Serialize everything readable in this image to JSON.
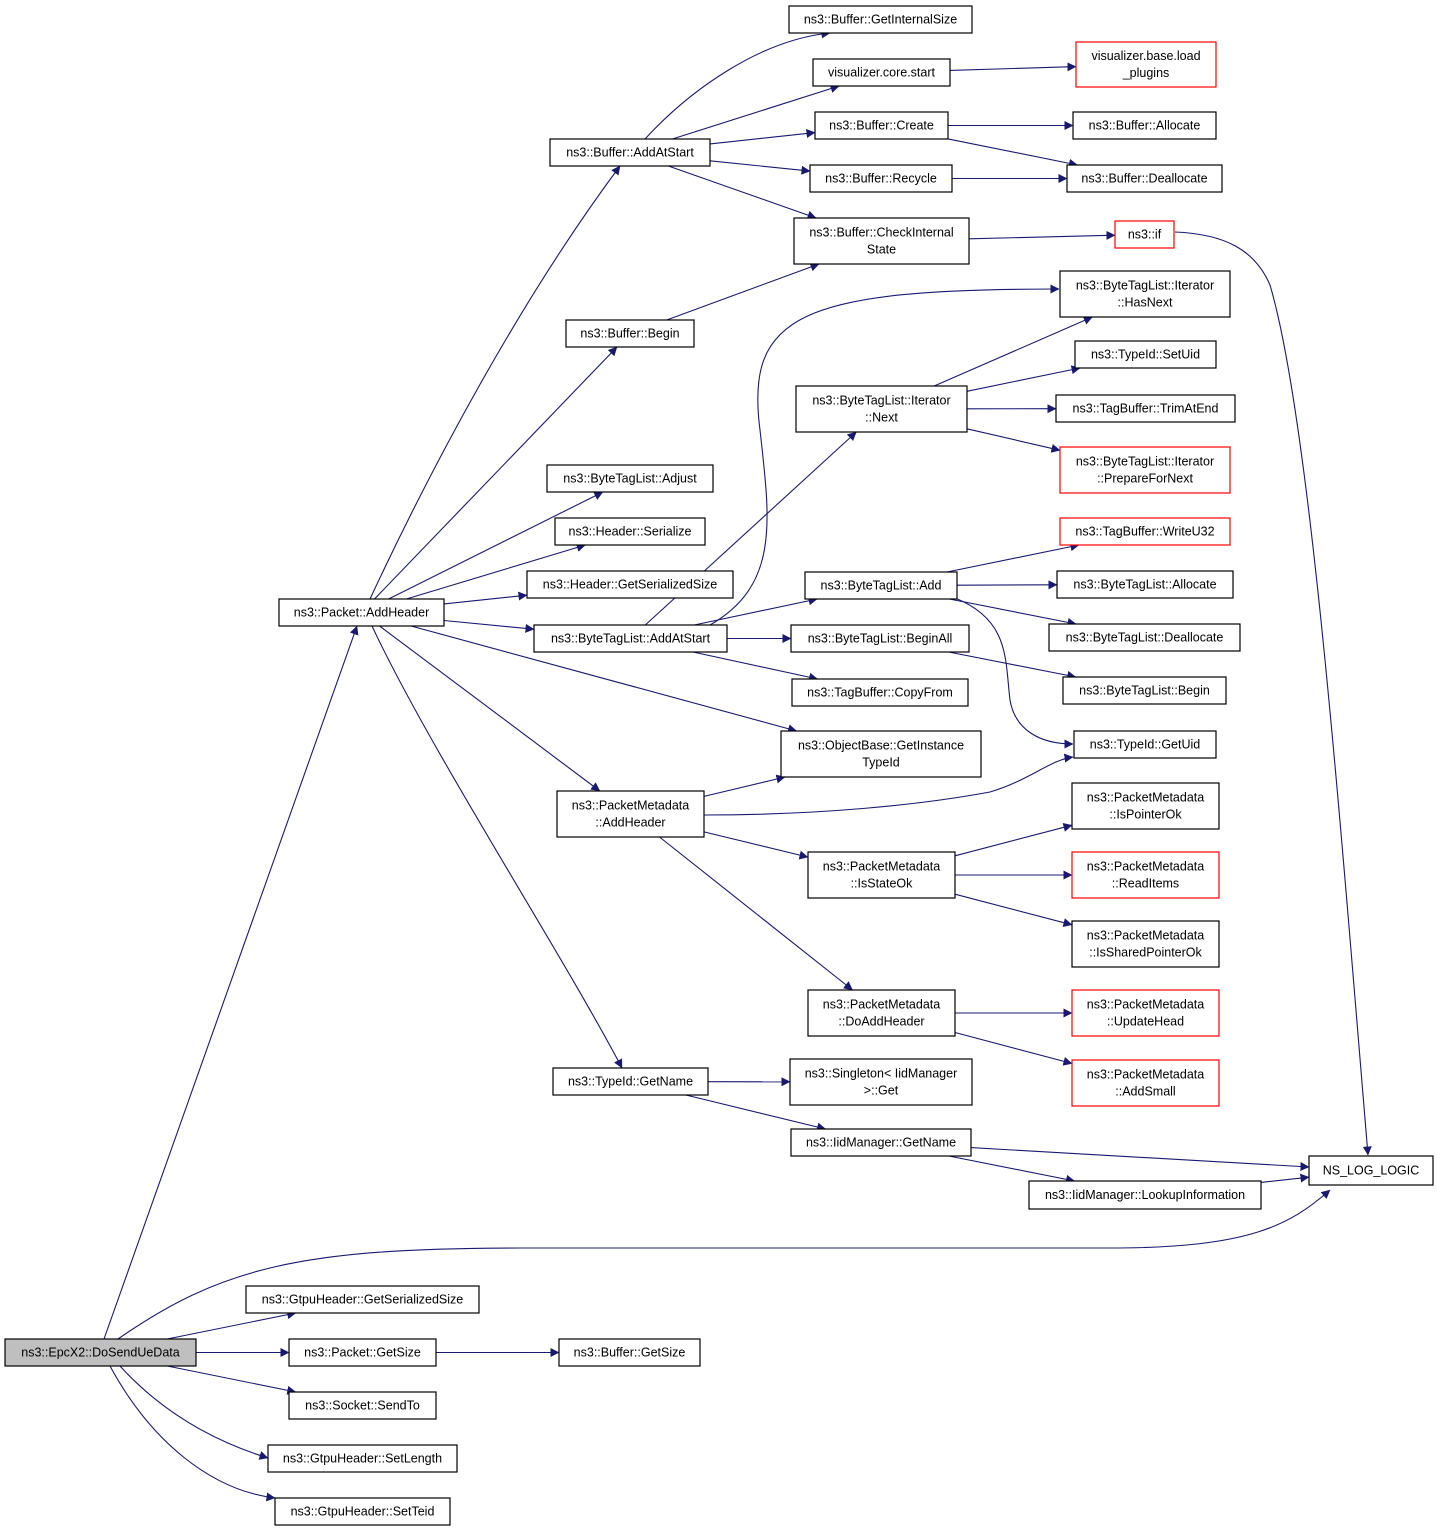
{
  "diagram": {
    "type": "call-graph",
    "root": "n_root",
    "colors": {
      "edge": "#191970",
      "node_border": "#000000",
      "truncated_border": "#ff0000",
      "root_fill": "#bfbfbf",
      "node_fill": "#ffffff"
    },
    "nodes": [
      {
        "id": "n_root",
        "lines": [
          "ns3::EpcX2::DoSendUeData"
        ],
        "root": true
      },
      {
        "id": "n_getinternalsize",
        "lines": [
          "ns3::Buffer::GetInternalSize"
        ]
      },
      {
        "id": "n_vizstart",
        "lines": [
          "visualizer.core.start"
        ]
      },
      {
        "id": "n_vizload",
        "lines": [
          "visualizer.base.load",
          "_plugins"
        ],
        "truncated": true
      },
      {
        "id": "n_bufcreate",
        "lines": [
          "ns3::Buffer::Create"
        ]
      },
      {
        "id": "n_bufallocate",
        "lines": [
          "ns3::Buffer::Allocate"
        ]
      },
      {
        "id": "n_bufaddatstart",
        "lines": [
          "ns3::Buffer::AddAtStart"
        ]
      },
      {
        "id": "n_bufrecycle",
        "lines": [
          "ns3::Buffer::Recycle"
        ]
      },
      {
        "id": "n_bufdealloc",
        "lines": [
          "ns3::Buffer::Deallocate"
        ]
      },
      {
        "id": "n_checkstate",
        "lines": [
          "ns3::Buffer::CheckInternal",
          "State"
        ]
      },
      {
        "id": "n_if",
        "lines": [
          "ns3::if"
        ],
        "truncated": true
      },
      {
        "id": "n_itnext_has",
        "lines": [
          "ns3::ByteTagList::Iterator",
          "::HasNext"
        ]
      },
      {
        "id": "n_bufbegin",
        "lines": [
          "ns3::Buffer::Begin"
        ]
      },
      {
        "id": "n_setuid",
        "lines": [
          "ns3::TypeId::SetUid"
        ]
      },
      {
        "id": "n_itnext",
        "lines": [
          "ns3::ByteTagList::Iterator",
          "::Next"
        ]
      },
      {
        "id": "n_trimatend",
        "lines": [
          "ns3::TagBuffer::TrimAtEnd"
        ]
      },
      {
        "id": "n_prepnext",
        "lines": [
          "ns3::ByteTagList::Iterator",
          "::PrepareForNext"
        ],
        "truncated": true
      },
      {
        "id": "n_btladjust",
        "lines": [
          "ns3::ByteTagList::Adjust"
        ]
      },
      {
        "id": "n_hdrserialize",
        "lines": [
          "ns3::Header::Serialize"
        ]
      },
      {
        "id": "n_writeu32",
        "lines": [
          "ns3::TagBuffer::WriteU32"
        ],
        "truncated": true
      },
      {
        "id": "n_hdrgetsersize",
        "lines": [
          "ns3::Header::GetSerializedSize"
        ]
      },
      {
        "id": "n_btladd",
        "lines": [
          "ns3::ByteTagList::Add"
        ]
      },
      {
        "id": "n_btlallocate",
        "lines": [
          "ns3::ByteTagList::Allocate"
        ]
      },
      {
        "id": "n_pktaddheader",
        "lines": [
          "ns3::Packet::AddHeader"
        ]
      },
      {
        "id": "n_btldealloc",
        "lines": [
          "ns3::ByteTagList::Deallocate"
        ]
      },
      {
        "id": "n_btladdatstart",
        "lines": [
          "ns3::ByteTagList::AddAtStart"
        ]
      },
      {
        "id": "n_btlbeginall",
        "lines": [
          "ns3::ByteTagList::BeginAll"
        ]
      },
      {
        "id": "n_btlbegin",
        "lines": [
          "ns3::ByteTagList::Begin"
        ]
      },
      {
        "id": "n_copyfrom",
        "lines": [
          "ns3::TagBuffer::CopyFrom"
        ]
      },
      {
        "id": "n_getinsttypeid",
        "lines": [
          "ns3::ObjectBase::GetInstance",
          "TypeId"
        ]
      },
      {
        "id": "n_getuid",
        "lines": [
          "ns3::TypeId::GetUid"
        ]
      },
      {
        "id": "n_pmaddheader",
        "lines": [
          "ns3::PacketMetadata",
          "::AddHeader"
        ]
      },
      {
        "id": "n_ispointerok",
        "lines": [
          "ns3::PacketMetadata",
          "::IsPointerOk"
        ]
      },
      {
        "id": "n_isstateok",
        "lines": [
          "ns3::PacketMetadata",
          "::IsStateOk"
        ]
      },
      {
        "id": "n_readitems",
        "lines": [
          "ns3::PacketMetadata",
          "::ReadItems"
        ],
        "truncated": true
      },
      {
        "id": "n_issharedok",
        "lines": [
          "ns3::PacketMetadata",
          "::IsSharedPointerOk"
        ]
      },
      {
        "id": "n_doaddheader",
        "lines": [
          "ns3::PacketMetadata",
          "::DoAddHeader"
        ]
      },
      {
        "id": "n_updatehead",
        "lines": [
          "ns3::PacketMetadata",
          "::UpdateHead"
        ],
        "truncated": true
      },
      {
        "id": "n_addsmall",
        "lines": [
          "ns3::PacketMetadata",
          "::AddSmall"
        ],
        "truncated": true
      },
      {
        "id": "n_tidgetname",
        "lines": [
          "ns3::TypeId::GetName"
        ]
      },
      {
        "id": "n_singleton",
        "lines": [
          "ns3::Singleton< IidManager",
          ">::Get"
        ]
      },
      {
        "id": "n_iidgetname",
        "lines": [
          "ns3::IidManager::GetName"
        ]
      },
      {
        "id": "n_nslog",
        "lines": [
          "NS_LOG_LOGIC"
        ]
      },
      {
        "id": "n_lookup",
        "lines": [
          "ns3::IidManager::LookupInformation"
        ]
      },
      {
        "id": "n_gtpugetsersize",
        "lines": [
          "ns3::GtpuHeader::GetSerializedSize"
        ]
      },
      {
        "id": "n_pktgetsize",
        "lines": [
          "ns3::Packet::GetSize"
        ]
      },
      {
        "id": "n_bufgetsize",
        "lines": [
          "ns3::Buffer::GetSize"
        ]
      },
      {
        "id": "n_sendto",
        "lines": [
          "ns3::Socket::SendTo"
        ]
      },
      {
        "id": "n_setlength",
        "lines": [
          "ns3::GtpuHeader::SetLength"
        ]
      },
      {
        "id": "n_setteid",
        "lines": [
          "ns3::GtpuHeader::SetTeid"
        ]
      }
    ],
    "edges": [
      {
        "from": "n_root",
        "to": "n_pktaddheader"
      },
      {
        "from": "n_root",
        "to": "n_nslog"
      },
      {
        "from": "n_root",
        "to": "n_gtpugetsersize"
      },
      {
        "from": "n_root",
        "to": "n_pktgetsize"
      },
      {
        "from": "n_root",
        "to": "n_sendto"
      },
      {
        "from": "n_root",
        "to": "n_setlength"
      },
      {
        "from": "n_root",
        "to": "n_setteid"
      },
      {
        "from": "n_pktgetsize",
        "to": "n_bufgetsize"
      },
      {
        "from": "n_pktaddheader",
        "to": "n_bufaddatstart"
      },
      {
        "from": "n_pktaddheader",
        "to": "n_bufbegin"
      },
      {
        "from": "n_pktaddheader",
        "to": "n_btladjust"
      },
      {
        "from": "n_pktaddheader",
        "to": "n_hdrserialize"
      },
      {
        "from": "n_pktaddheader",
        "to": "n_hdrgetsersize"
      },
      {
        "from": "n_pktaddheader",
        "to": "n_btladdatstart"
      },
      {
        "from": "n_pktaddheader",
        "to": "n_getinsttypeid"
      },
      {
        "from": "n_pktaddheader",
        "to": "n_pmaddheader"
      },
      {
        "from": "n_pktaddheader",
        "to": "n_tidgetname"
      },
      {
        "from": "n_bufaddatstart",
        "to": "n_getinternalsize"
      },
      {
        "from": "n_bufaddatstart",
        "to": "n_vizstart"
      },
      {
        "from": "n_bufaddatstart",
        "to": "n_bufcreate"
      },
      {
        "from": "n_bufaddatstart",
        "to": "n_bufrecycle"
      },
      {
        "from": "n_bufaddatstart",
        "to": "n_checkstate"
      },
      {
        "from": "n_vizstart",
        "to": "n_vizload"
      },
      {
        "from": "n_bufcreate",
        "to": "n_bufallocate"
      },
      {
        "from": "n_bufcreate",
        "to": "n_bufdealloc"
      },
      {
        "from": "n_bufrecycle",
        "to": "n_bufdealloc"
      },
      {
        "from": "n_checkstate",
        "to": "n_if"
      },
      {
        "from": "n_if",
        "to": "n_nslog"
      },
      {
        "from": "n_bufbegin",
        "to": "n_checkstate"
      },
      {
        "from": "n_btladdatstart",
        "to": "n_itnext_has"
      },
      {
        "from": "n_btladdatstart",
        "to": "n_itnext"
      },
      {
        "from": "n_btladdatstart",
        "to": "n_btladd"
      },
      {
        "from": "n_btladdatstart",
        "to": "n_btlbeginall"
      },
      {
        "from": "n_btladdatstart",
        "to": "n_copyfrom"
      },
      {
        "from": "n_itnext",
        "to": "n_itnext_has"
      },
      {
        "from": "n_itnext",
        "to": "n_setuid"
      },
      {
        "from": "n_itnext",
        "to": "n_trimatend"
      },
      {
        "from": "n_itnext",
        "to": "n_prepnext"
      },
      {
        "from": "n_btladd",
        "to": "n_writeu32"
      },
      {
        "from": "n_btladd",
        "to": "n_btlallocate"
      },
      {
        "from": "n_btladd",
        "to": "n_btldealloc"
      },
      {
        "from": "n_btladd",
        "to": "n_getuid"
      },
      {
        "from": "n_btlbeginall",
        "to": "n_btlbegin"
      },
      {
        "from": "n_pmaddheader",
        "to": "n_getinsttypeid"
      },
      {
        "from": "n_pmaddheader",
        "to": "n_getuid"
      },
      {
        "from": "n_pmaddheader",
        "to": "n_isstateok"
      },
      {
        "from": "n_pmaddheader",
        "to": "n_doaddheader"
      },
      {
        "from": "n_isstateok",
        "to": "n_ispointerok"
      },
      {
        "from": "n_isstateok",
        "to": "n_readitems"
      },
      {
        "from": "n_isstateok",
        "to": "n_issharedok"
      },
      {
        "from": "n_doaddheader",
        "to": "n_updatehead"
      },
      {
        "from": "n_doaddheader",
        "to": "n_addsmall"
      },
      {
        "from": "n_tidgetname",
        "to": "n_singleton"
      },
      {
        "from": "n_tidgetname",
        "to": "n_iidgetname"
      },
      {
        "from": "n_iidgetname",
        "to": "n_nslog"
      },
      {
        "from": "n_iidgetname",
        "to": "n_lookup"
      },
      {
        "from": "n_lookup",
        "to": "n_nslog"
      }
    ]
  }
}
